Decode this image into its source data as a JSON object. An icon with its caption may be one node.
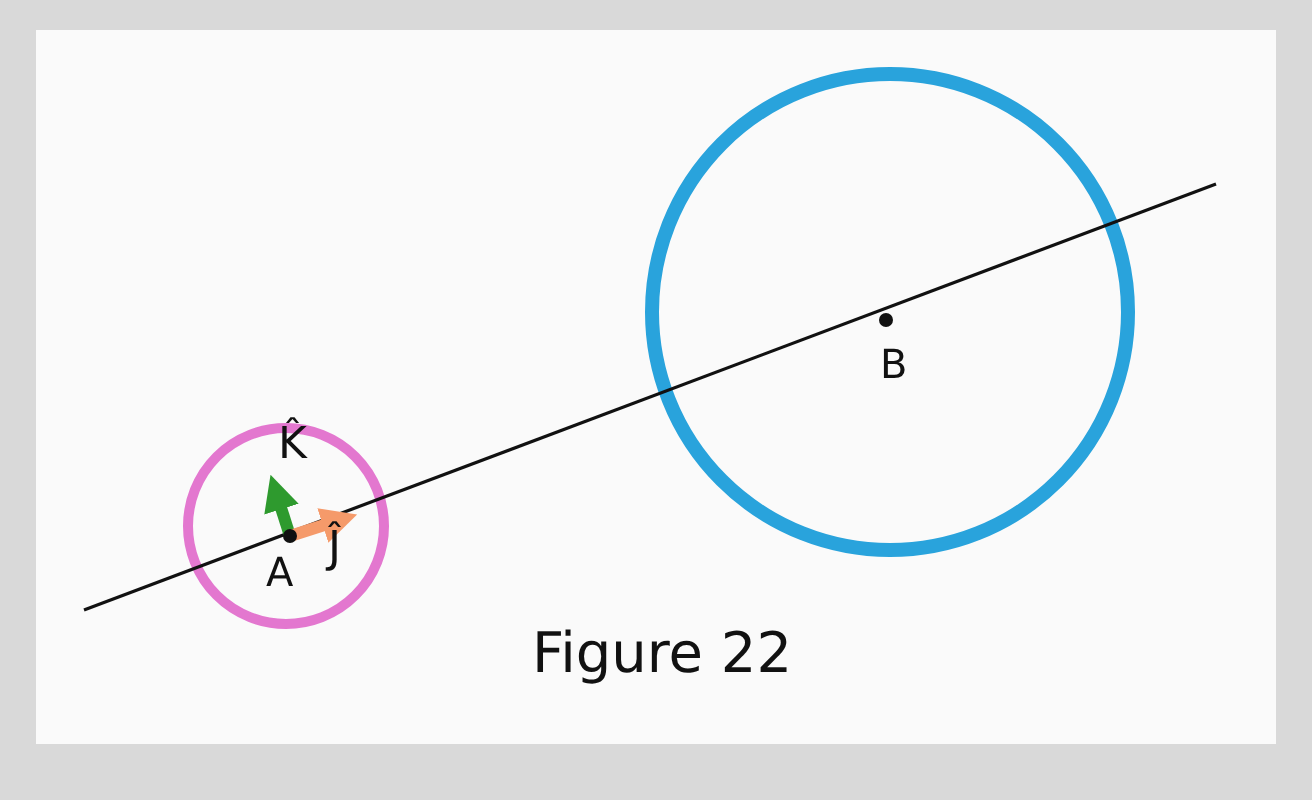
{
  "diagram": {
    "caption": "Figure 22",
    "labels": [
      "K̂",
      "A",
      "Ĵ",
      "B"
    ]
  }
}
